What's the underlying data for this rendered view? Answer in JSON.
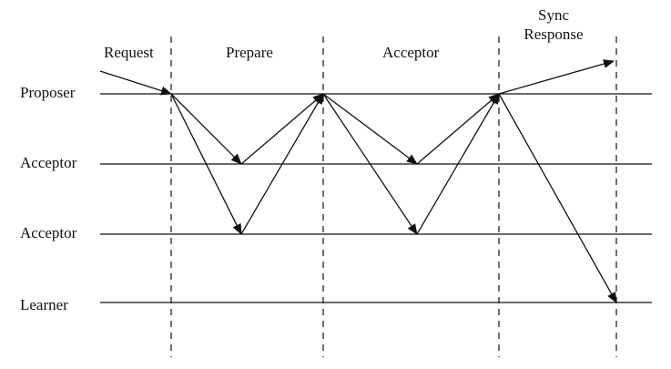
{
  "roles": {
    "proposer": "Proposer",
    "acceptor_1": "Acceptor",
    "acceptor_2": "Acceptor",
    "learner": "Learner"
  },
  "phases": {
    "request": "Request",
    "prepare": "Prepare",
    "acceptor": "Acceptor",
    "sync_response_line1": "Sync",
    "sync_response_line2": "Response"
  },
  "colors": {
    "stroke": "#111111",
    "background": "#ffffff"
  }
}
